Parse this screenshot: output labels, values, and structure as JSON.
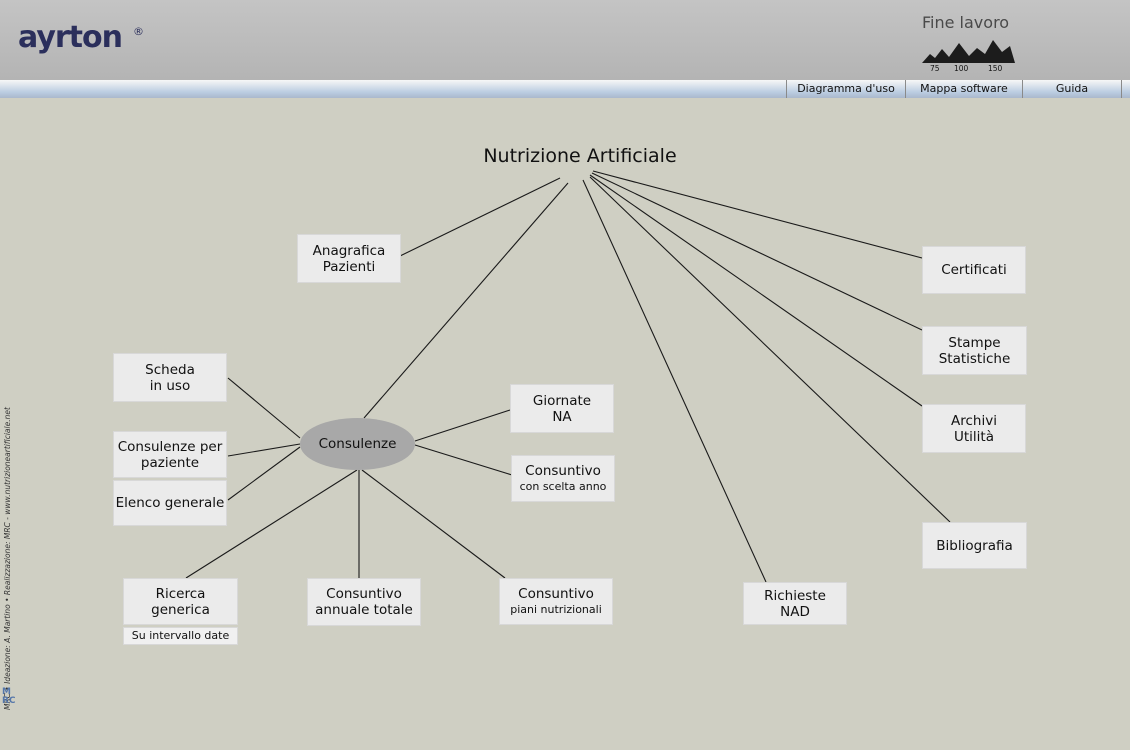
{
  "header": {
    "logo_text": "ayrton",
    "logo_mark": "®",
    "fine_lavoro": "Fine lavoro",
    "scale_labels": [
      "75",
      "100",
      "150"
    ]
  },
  "nav": {
    "items": [
      {
        "label": "Diagramma d'uso"
      },
      {
        "label": "Mappa software"
      },
      {
        "label": "Guida"
      }
    ]
  },
  "diagram": {
    "title": "Nutrizione Artificiale",
    "nodes": {
      "anagrafica": [
        "Anagrafica",
        "Pazienti"
      ],
      "certificati": [
        "Certificati"
      ],
      "stampe": [
        "Stampe",
        "Statistiche"
      ],
      "archivi": [
        "Archivi",
        "Utilità"
      ],
      "bibliografia": [
        "Bibliografia"
      ],
      "richieste": [
        "Richieste",
        "NAD"
      ],
      "consulenze": "Consulenze",
      "scheda": [
        "Scheda",
        "in uso"
      ],
      "consulenze_paziente": [
        "Consulenze per",
        "paziente"
      ],
      "elenco": [
        "Elenco generale"
      ],
      "giornate": [
        "Giornate",
        "NA"
      ],
      "consuntivo_anno": [
        "Consuntivo",
        "con scelta anno"
      ],
      "ricerca": [
        "Ricerca",
        "generica"
      ],
      "intervallo": "Su intervallo date",
      "consuntivo_annuale": [
        "Consuntivo",
        "annuale totale"
      ],
      "consuntivo_piani": [
        "Consuntivo",
        "piani nutrizionali"
      ]
    }
  },
  "credit": "MRC • Ideazione: A. Martino • Realizzazione: MRC - www.nutrizioneartificiale.net",
  "colors": {
    "background": "#cfcfc3",
    "header": "#b9b9b9",
    "logo": "#2b2f5c",
    "node": "#ebebeb",
    "ellipse": "#a8a8a8"
  }
}
